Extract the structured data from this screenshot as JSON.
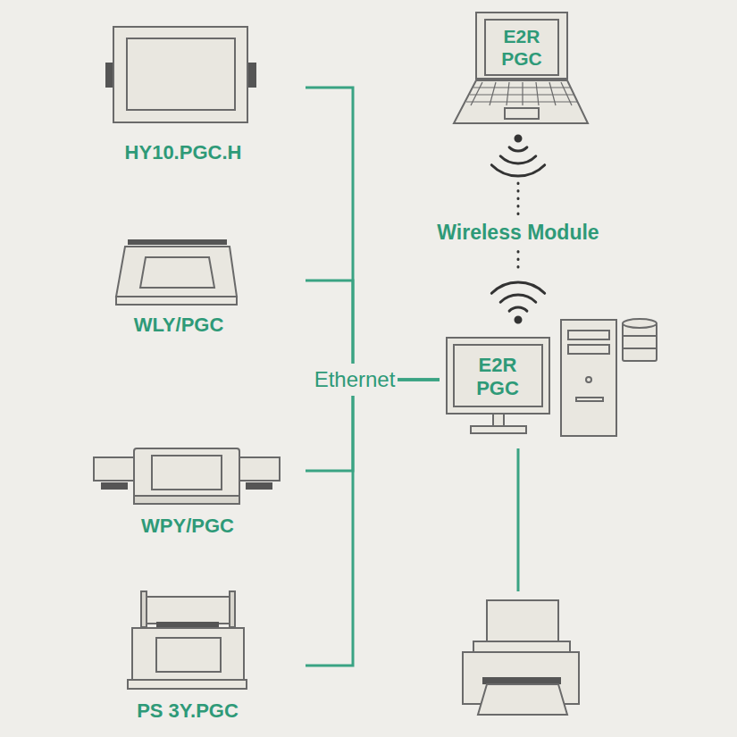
{
  "diagram": {
    "nodes": [
      {
        "text": [
          "HY10.PGC.H"
        ]
      },
      {
        "text": [
          "WLY/PGC"
        ]
      },
      {
        "text": [
          "WPY/PGC"
        ]
      },
      {
        "text": [
          "PS 3Y.PGC"
        ]
      },
      {
        "text": [
          "E2R PGC"
        ]
      },
      {
        "text": [
          "E2R PGC"
        ]
      }
    ],
    "edges": [
      {
        "from": 0,
        "to": 5,
        "arrow": "none"
      },
      {
        "from": 1,
        "to": 5,
        "arrow": "none"
      },
      {
        "from": 2,
        "to": 5,
        "arrow": "none"
      },
      {
        "from": 3,
        "to": 5,
        "arrow": "none"
      },
      {
        "from": 4,
        "to": 5,
        "label": "Wireless Module",
        "arrow": "none"
      }
    ],
    "labels": [
      "Ethernet"
    ]
  }
}
